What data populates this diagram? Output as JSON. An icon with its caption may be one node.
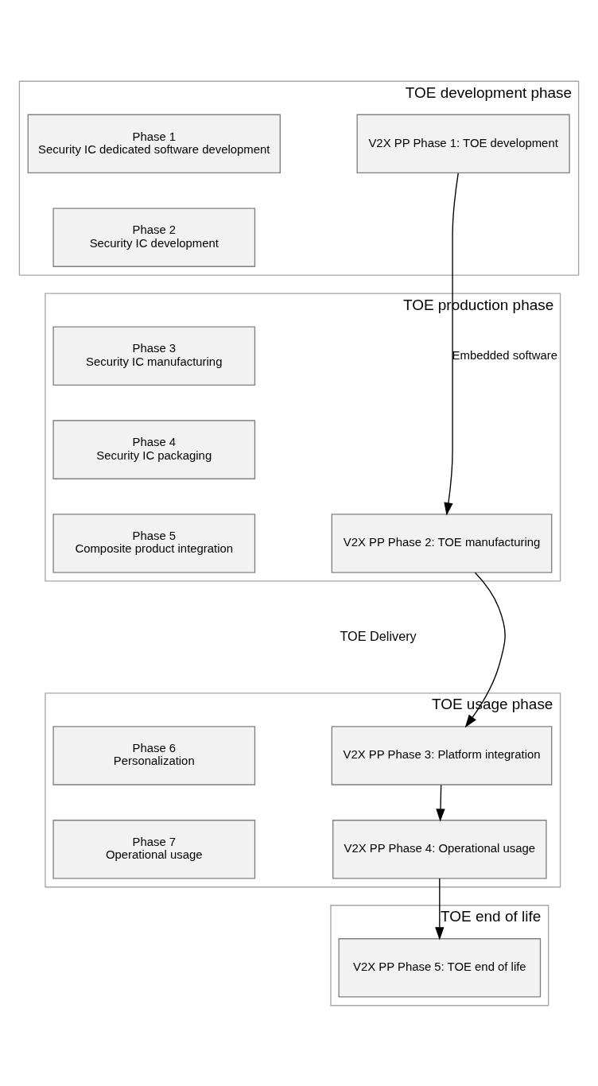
{
  "diagram": {
    "nodes": [
      {
        "text": [
          "TOE development phase"
        ]
      },
      {
        "text": [
          "V2X PP Phase 1: TOE development"
        ],
        "in": 0
      },
      {
        "text": [
          "Phase 1",
          "Security IC dedicated software development"
        ],
        "in": 0
      },
      {
        "text": [
          "Phase 2",
          "Security IC development"
        ],
        "in": 0
      },
      {
        "text": [
          "TOE production phase"
        ]
      },
      {
        "text": [
          "Phase 3",
          "Security IC manufacturing"
        ],
        "in": 4
      },
      {
        "text": [
          "Phase 4",
          "Security IC packaging"
        ],
        "in": 4
      },
      {
        "text": [
          "V2X PP Phase 2: TOE manufacturing"
        ],
        "in": 4
      },
      {
        "text": [
          "Phase 5",
          "Composite product integration"
        ],
        "in": 4
      },
      {
        "text": [
          "TOE usage phase"
        ]
      },
      {
        "text": [
          "V2X PP Phase 3: Platform integration"
        ],
        "in": 9
      },
      {
        "text": [
          "Phase 6",
          "Personalization"
        ],
        "in": 9
      },
      {
        "text": [
          "V2X PP Phase 4: Operational usage"
        ],
        "in": 9
      },
      {
        "text": [
          "Phase 7",
          "Operational usage"
        ],
        "in": 9
      },
      {
        "text": [
          "TOE end of life"
        ]
      },
      {
        "text": [
          "V2X PP Phase 5: TOE end of life"
        ],
        "in": 14
      }
    ],
    "edges": [
      {
        "from": 1,
        "to": 7,
        "arrow": "to",
        "label": "Embedded software"
      },
      {
        "from": 7,
        "to": 10,
        "arrow": "to"
      },
      {
        "from": 10,
        "to": 12,
        "arrow": "to"
      },
      {
        "from": 12,
        "to": 15,
        "arrow": "to"
      }
    ],
    "labels": [
      "TOE Delivery"
    ]
  }
}
